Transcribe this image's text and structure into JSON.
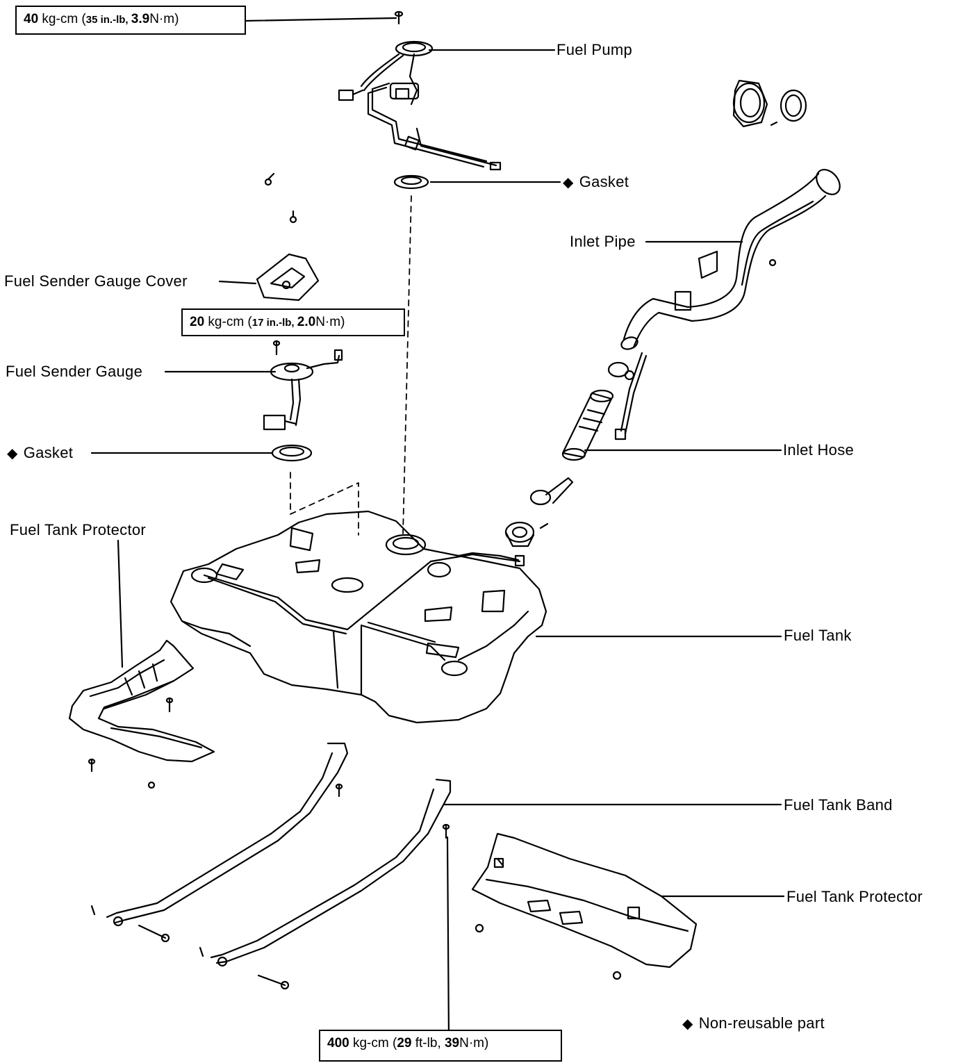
{
  "torque_specs": [
    {
      "id": "t1",
      "value": "40",
      "unit": " kg-cm (",
      "imp_value": "35",
      "imp_unit": " in.-lb, ",
      "si_value": "3.9",
      "si_unit": "N·m)"
    },
    {
      "id": "t2",
      "value": "20",
      "unit": " kg-cm (",
      "imp_value": "17",
      "imp_unit": " in.-lb, ",
      "si_value": "2.0",
      "si_unit": "N·m)"
    },
    {
      "id": "t3",
      "value": "400",
      "unit": " kg-cm  (",
      "imp_value": "29",
      "imp_unit": " ft-lb, ",
      "si_value": "39",
      "si_unit": "N·m)"
    }
  ],
  "labels": {
    "fuel_pump": "Fuel Pump",
    "gasket_top": "Gasket",
    "inlet_pipe": "Inlet Pipe",
    "fuel_sender_gauge_cover": "Fuel Sender Gauge Cover",
    "fuel_sender_gauge": "Fuel Sender Gauge",
    "gasket_left": "Gasket",
    "inlet_hose": "Inlet Hose",
    "fuel_tank_protector_left": "Fuel Tank Protector",
    "fuel_tank": "Fuel Tank",
    "fuel_tank_band": "Fuel Tank Band",
    "fuel_tank_protector_right": "Fuel Tank Protector"
  },
  "legend": {
    "symbol": "◆",
    "text": "Non-reusable part"
  },
  "colors": {
    "ink": "#000000",
    "paper": "#ffffff"
  }
}
